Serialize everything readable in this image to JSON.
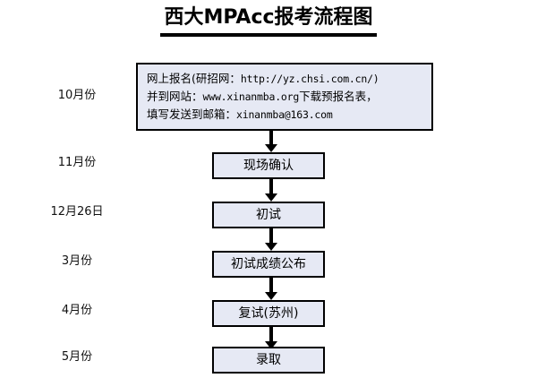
{
  "title": "西大MPAcc报考流程图",
  "timeline": {
    "labels": [
      {
        "id": "month-oct",
        "text": "10月份"
      },
      {
        "id": "month-nov",
        "text": "11月份"
      },
      {
        "id": "date-dec-26",
        "text": "12月26日"
      },
      {
        "id": "month-mar",
        "text": "3月份"
      },
      {
        "id": "month-apr",
        "text": "4月份"
      },
      {
        "id": "month-may",
        "text": "5月份"
      }
    ]
  },
  "flow": {
    "steps": [
      {
        "id": "online-registration",
        "lines": [
          "网上报名(研招网：http://yz.chsi.com.cn/)",
          "并到网站：www.xinanmba.org下载预报名表，",
          "填写发送到邮箱：xinanmba@163.com"
        ],
        "line1_cn": "网上报名(研招网：",
        "line1_url": "http://yz.chsi.com.cn/)",
        "line2_cn": "并到网站：",
        "line2_url": "www.xinanmba.org",
        "line2_tail": "下载预报名表，",
        "line3_cn": "填写发送到邮箱：",
        "line3_url": "xinanmba@163.com"
      },
      {
        "id": "onsite-confirmation",
        "label": "现场确认"
      },
      {
        "id": "first-exam",
        "label": "初试"
      },
      {
        "id": "first-exam-results",
        "label": "初试成绩公布"
      },
      {
        "id": "second-exam",
        "label": "复试(苏州)"
      },
      {
        "id": "admission",
        "label": "录取"
      }
    ],
    "connector_count": 5
  },
  "style": {
    "box_fill": "#e6e9f4",
    "box_border": "#000000",
    "arrow_color": "#000000",
    "background": "#ffffff",
    "text_color": "#000000"
  }
}
